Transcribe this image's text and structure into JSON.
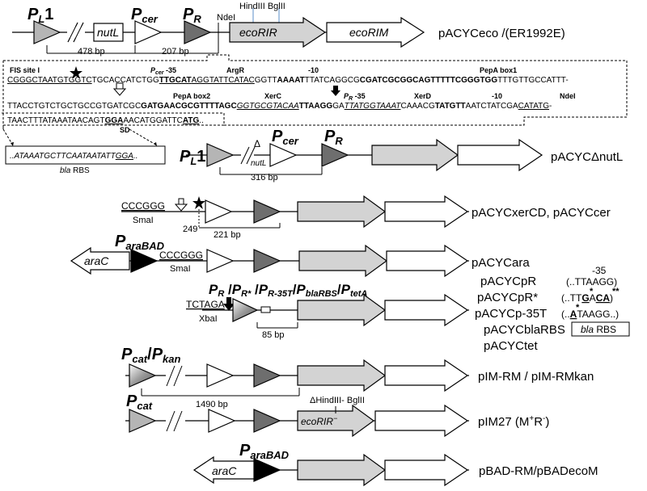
{
  "top_construct": {
    "pl1": "P",
    "pl1_sub": "L",
    "pl1_num": "1",
    "nutl": "nutL",
    "pcer": "P",
    "pcer_sub": "cer",
    "pr": "P",
    "pr_sub": "R",
    "ndei": "NdeI",
    "hindiii_bglii": "HindIII BglII",
    "ecorir": "ecoRIR",
    "ecorim": "ecoRIM",
    "name": "pACYCeco /(ER1992E)",
    "dist_478": "478 bp",
    "dist_207": "207 bp"
  },
  "sequence": {
    "fis_site": "FIS site I",
    "pcer_35_a": "P",
    "pcer_35_sub": "cer",
    "pcer_35_b": " -35",
    "argr": "ArgR",
    "m10": "-10",
    "pepa_box1": "PepA box1",
    "line1_a": "CGGGCTAATGTGGTC",
    "line1_b": "TGCACCATCTGG",
    "line1_c": "TTGCAT",
    "line1_d": "AGGTATTCATAC",
    "line1_e": "GGTT",
    "line1_f": "AAAAT",
    "line1_g": "TTATCAGGCG",
    "line1_h": "CGATCGCGGCAGTTTTTCGGGTGG",
    "line1_i": "TTTGTTGCCATTT-",
    "pepa_box2": "PepA box2",
    "xerc": "XerC",
    "pr_m35_a": "P",
    "pr_m35_sub": "R",
    "pr_m35_b": " -35",
    "xerd": "XerD",
    "ndei2": "NdeI",
    "m10b": "-10",
    "line2_a": "TTACCTGTCTGCTGCCGTGATCGC",
    "line2_b": "GATGAACGCGTTTTAGC",
    "line2_c": "GGTGCGTACAA",
    "line2_d": "TTAAGG",
    "line2_e": "GA",
    "line2_f": "TTATGGTAAAT",
    "line2_g": "CAAACG",
    "line2_h": "TATGTT",
    "line2_i": "AATCTATCGA",
    "line2_j": "CATATG",
    "line2_k": "-",
    "line3_a": "TAACTTTATAAATAACAGT",
    "line3_b": "GGA",
    "line3_c": "AACATGGATTC",
    "line3_d": "ATG",
    "line3_e": "..",
    "sd": "SD",
    "bla_seq_a": "..ATAAATGCTTCAATAATATT",
    "bla_seq_b": "GGA",
    "bla_seq_c": "..",
    "bla_rbs_a": "bla",
    "bla_rbs_b": " RBS"
  },
  "constructs": {
    "dnutl": {
      "pl1": "P",
      "pl1_sub": "L",
      "pl1_num": "1",
      "delta": "Δ",
      "nutl": "nutL",
      "pcer": "P",
      "pcer_sub": "cer",
      "pr": "P",
      "pr_sub": "R",
      "dist": "316 bp",
      "name": "pACYCΔnutL"
    },
    "xercd": {
      "smai_seq": "CCCGGG",
      "smai": "SmaI",
      "d249": "249",
      "d221": "221 bp",
      "name": "pACYCxerCD, pACYCcer"
    },
    "ara": {
      "arac": "araC",
      "p": "P",
      "p_sub": "araBAD",
      "smai_seq": "CCCGGG",
      "smai": "SmaI",
      "name": "pACYCara"
    },
    "prset": {
      "label_a": "P",
      "label_a_sub": "R",
      "label_sep1": " /",
      "label_b": "P",
      "label_b_sub": "R*",
      "label_sep2": " /",
      "label_c": "P",
      "label_c_sub": "R-35T",
      "label_sep3": "/",
      "label_d": "P",
      "label_d_sub": "blaRBS",
      "label_sep4": "/",
      "label_e": "P",
      "label_e_sub": "tetA",
      "xbai_seq": "TCTAGA",
      "xbai": "XbaI",
      "d85": "85 bp",
      "m35": "-35",
      "n1": "pACYCpR",
      "s1": "(..TTAAGG)",
      "n2": "pACYCpR*",
      "s2_a": "(..TT",
      "s2_b": "G",
      "s2_c": "A",
      "s2_d": "CA",
      "s2_e": ")",
      "n3": "pACYCp-35T",
      "s3_a": "(..",
      "s3_b": "A",
      "s3_c": "TAAGG..)",
      "n4": "pACYCblaRBS",
      "s4_a": "bla",
      "s4_b": " RBS",
      "n5": "pACYCtet"
    },
    "pim": {
      "pcat": "P",
      "pcat_sub": "cat",
      "slash": "/",
      "pkan": "P",
      "pkan_sub": "kan",
      "dist": "1490 bp",
      "name": "pIM-RM / pIM-RMkan"
    },
    "pim27": {
      "pcat": "P",
      "pcat_sub": "cat",
      "delta_sites": "ΔHindIII- BglII",
      "ecorir": "ecoRIR",
      "minus": "−",
      "name": "pIM27 (M+R-)",
      "name_a": "pIM27 (M",
      "name_sup1": "+",
      "name_b": "R",
      "name_sup2": "-",
      "name_c": ")"
    },
    "pbad": {
      "arac": "araC",
      "p": "P",
      "p_sub": "araBAD",
      "name": "pBAD-RM/pBADecoM"
    }
  },
  "colors": {
    "light_gray": "#b5b5b5",
    "mid_gray": "#d3d3d3",
    "dark_gray": "#6e6e6e",
    "black": "#000000"
  }
}
